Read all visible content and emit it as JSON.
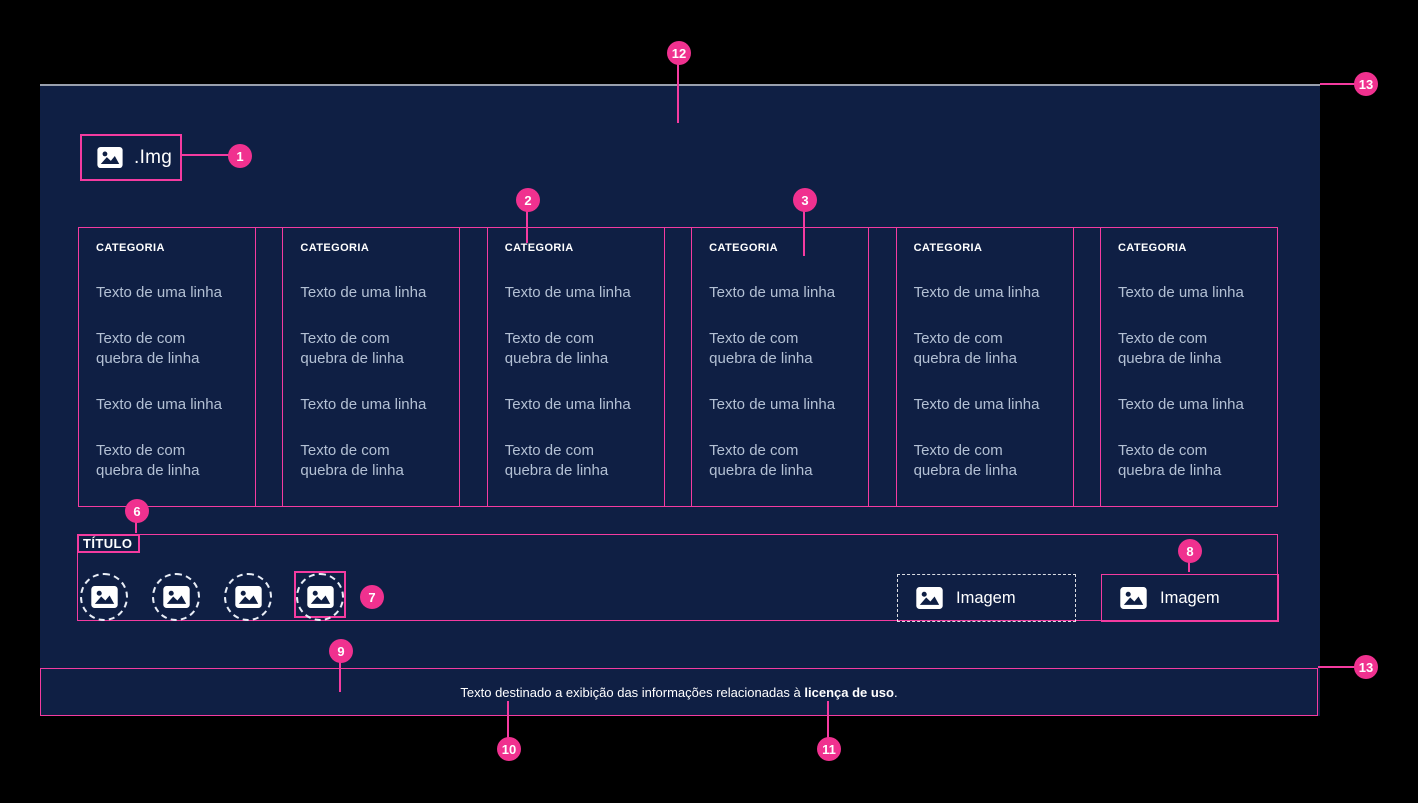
{
  "logo": {
    "label": ".Img"
  },
  "nav_columns": {
    "heading": "CATEGORIA",
    "items": [
      "Texto de uma linha",
      "Texto de com\nquebra de linha",
      "Texto de uma linha",
      "Texto de com\nquebra de linha"
    ]
  },
  "media_section": {
    "title": "TÍTULO",
    "image_placeholder_label": "Imagem"
  },
  "license_bar": {
    "prefix": "Texto destinado a exibição das informações relacionadas à ",
    "bold": "licença de uso",
    "suffix": "."
  },
  "markers": {
    "m1": "1",
    "m2": "2",
    "m3": "3",
    "m6": "6",
    "m7": "7",
    "m8": "8",
    "m9": "9",
    "m10": "10",
    "m11": "11",
    "m12": "12",
    "m13": "13"
  },
  "colors": {
    "accent": "#f0318f",
    "line_pink": "#f43ba0",
    "panel": "#0f1f44",
    "muted_text": "#b3c0d4",
    "top_border": "#99a0ad"
  }
}
